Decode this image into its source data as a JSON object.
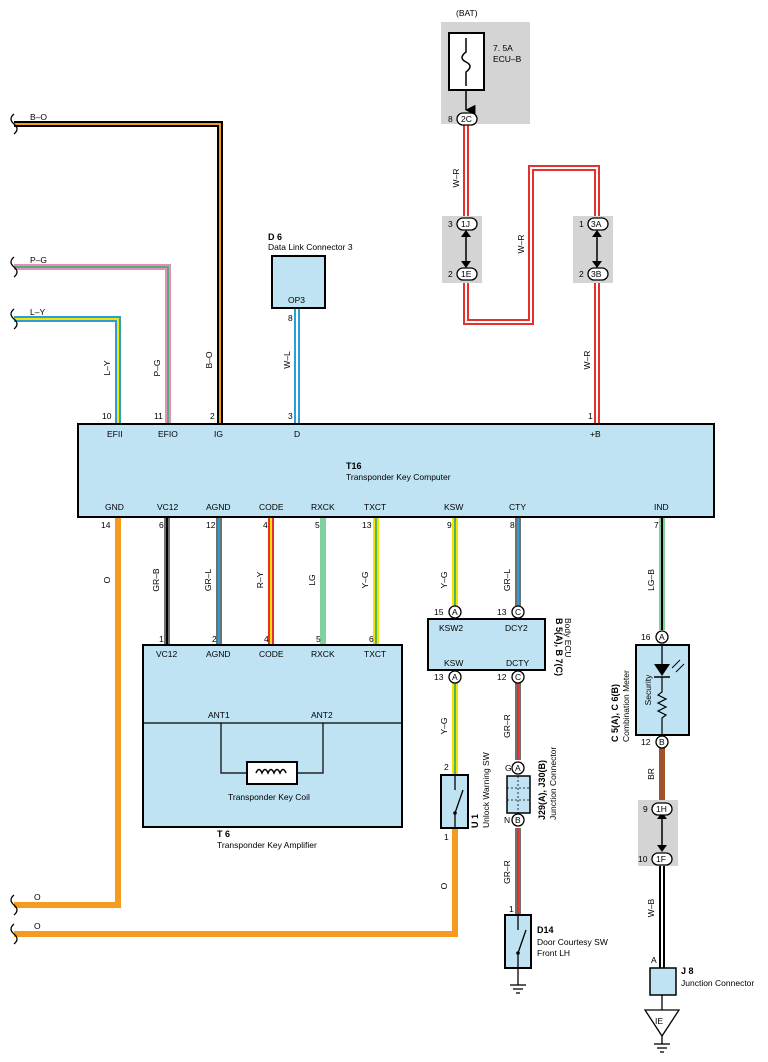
{
  "fuse": {
    "source": "(BAT)",
    "rating": "7. 5A",
    "name": "ECU–B"
  },
  "wires": {
    "b_o": "B–O",
    "p_g": "P–G",
    "l_y": "L–Y",
    "w_l": "W–L",
    "w_r": "W–R",
    "o": "O",
    "gr_b": "GR–B",
    "gr_l": "GR–L",
    "r_y": "R–Y",
    "lg": "LG",
    "y_g": "Y–G",
    "lg_b": "LG–B",
    "gr_r": "GR–R",
    "br": "BR",
    "w_b": "W–B"
  },
  "connectors": {
    "c2c": "2C",
    "c1j": "1J",
    "c1e": "1E",
    "c3a": "3A",
    "c3b": "3B",
    "c1h": "1H",
    "c1f": "1F",
    "a": "A",
    "b": "B",
    "c": "C"
  },
  "pins": {
    "p1": "1",
    "p2": "2",
    "p3": "3",
    "p8": "8",
    "p9": "9",
    "p10": "10",
    "p12": "12",
    "p13": "13",
    "p15": "15",
    "p16": "16",
    "pg": "G",
    "pn": "N",
    "pa": "A"
  },
  "d6": {
    "code": "D 6",
    "name": "Data Link Connector 3",
    "pin": "OP3"
  },
  "t16": {
    "code": "T16",
    "name": "Transponder Key Computer",
    "top": [
      {
        "label": "EFII",
        "num": "10"
      },
      {
        "label": "EFIO",
        "num": "11"
      },
      {
        "label": "IG",
        "num": "2"
      },
      {
        "label": "D",
        "num": "3"
      },
      {
        "label": "+B",
        "num": "1"
      }
    ],
    "bottom": [
      {
        "label": "GND",
        "num": "14"
      },
      {
        "label": "VC12",
        "num": "6"
      },
      {
        "label": "AGND",
        "num": "12"
      },
      {
        "label": "CODE",
        "num": "4"
      },
      {
        "label": "RXCK",
        "num": "5"
      },
      {
        "label": "TXCT",
        "num": "13"
      },
      {
        "label": "KSW",
        "num": "9"
      },
      {
        "label": "CTY",
        "num": "8"
      },
      {
        "label": "IND",
        "num": "7"
      }
    ]
  },
  "t6": {
    "code": "T 6",
    "name": "Transponder Key Amplifier",
    "pins": [
      {
        "label": "VC12",
        "num": "1"
      },
      {
        "label": "AGND",
        "num": "2"
      },
      {
        "label": "CODE",
        "num": "4"
      },
      {
        "label": "RXCK",
        "num": "5"
      },
      {
        "label": "TXCT",
        "num": "6"
      }
    ],
    "ant1": "ANT1",
    "ant2": "ANT2",
    "coil": "Transponder Key Coil"
  },
  "body_ecu": {
    "code": "B 5(A), B 7(C)",
    "name": "Body ECU",
    "ksw2": "KSW2",
    "dcy2": "DCY2",
    "ksw": "KSW",
    "dcty": "DCTY"
  },
  "u1": {
    "code": "U 1",
    "name": "Unlock Warning SW"
  },
  "j29": {
    "code": "J29(A), J30(B)",
    "name": "Junction Connector"
  },
  "d14": {
    "code": "D14",
    "name1": "Door Courtesy SW",
    "name2": "Front LH"
  },
  "meter": {
    "code": "C 5(A), C 6(B)",
    "name": "Combination Meter",
    "indicator": "Security"
  },
  "j8": {
    "code": "J 8",
    "name": "Junction Connector",
    "ground": "IE"
  }
}
